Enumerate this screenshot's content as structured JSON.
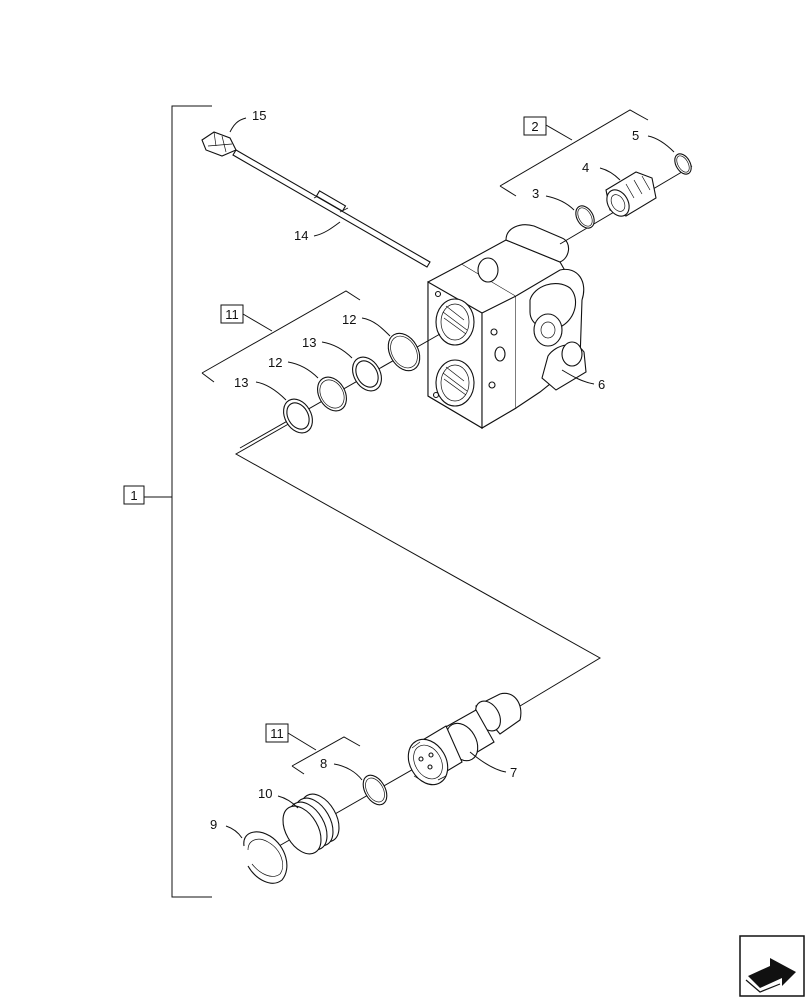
{
  "callouts": {
    "c1": "1",
    "c2": "2",
    "c3": "3",
    "c4": "4",
    "c5": "5",
    "c6": "6",
    "c7": "7",
    "c8": "8",
    "c9": "9",
    "c10": "10",
    "c11a": "11",
    "c11b": "11",
    "c12a": "12",
    "c12b": "12",
    "c13a": "13",
    "c13b": "13",
    "c14": "14",
    "c15": "15"
  },
  "icons": {
    "nav": "next-page-arrow-icon"
  }
}
